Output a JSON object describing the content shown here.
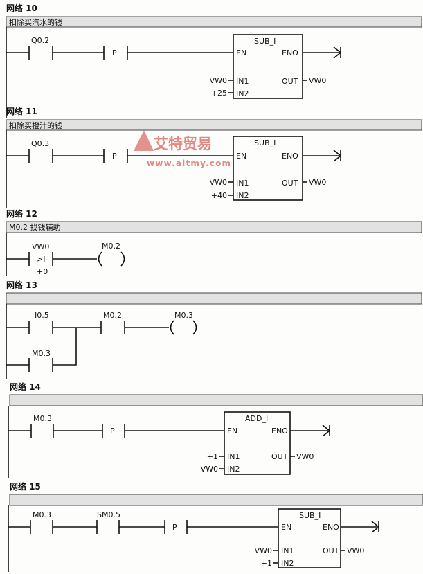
{
  "watermark": {
    "brand": "艾特贸易",
    "url": "www.aitmy.com"
  },
  "networks": [
    {
      "title": "网络 10",
      "comment": "扣除买汽水的钱"
    },
    {
      "title": "网络 11",
      "comment": "扣除买橙汁的钱"
    },
    {
      "title": "网络 12",
      "comment": "M0.2 找钱辅助"
    },
    {
      "title": "网络 13",
      "comment": ""
    },
    {
      "title": "网络 14",
      "comment": ""
    },
    {
      "title": "网络 15",
      "comment": ""
    }
  ],
  "n10": {
    "contact": "Q0.2",
    "edge": "P",
    "block": {
      "name": "SUB_I",
      "en": "EN",
      "eno": "ENO",
      "in1": "IN1",
      "in2": "IN2",
      "out": "OUT",
      "in1_val": "VW0",
      "in2_val": "+25",
      "out_val": "VW0"
    }
  },
  "n11": {
    "contact": "Q0.3",
    "edge": "P",
    "block": {
      "name": "SUB_I",
      "en": "EN",
      "eno": "ENO",
      "in1": "IN1",
      "in2": "IN2",
      "out": "OUT",
      "in1_val": "VW0",
      "in2_val": "+40",
      "out_val": "VW0"
    }
  },
  "n12": {
    "compare_top": "VW0",
    "compare_op": ">I",
    "compare_bottom": "+0",
    "coil": "M0.2"
  },
  "n13": {
    "contact1": "I0.5",
    "contact_parallel": "M0.3",
    "contact2": "M0.2",
    "coil": "M0.3"
  },
  "n14": {
    "contact": "M0.3",
    "edge": "P",
    "block": {
      "name": "ADD_I",
      "en": "EN",
      "eno": "ENO",
      "in1": "IN1",
      "in2": "IN2",
      "out": "OUT",
      "in1_val": "+1",
      "in2_val": "VW0",
      "out_val": "VW0"
    }
  },
  "n15": {
    "contact1": "M0.3",
    "contact2": "SM0.5",
    "edge": "P",
    "block": {
      "name": "SUB_I",
      "en": "EN",
      "eno": "ENO",
      "in1": "IN1",
      "in2": "IN2",
      "out": "OUT",
      "in1_val": "VW0",
      "in2_val": "+1",
      "out_val": "VW0"
    }
  }
}
